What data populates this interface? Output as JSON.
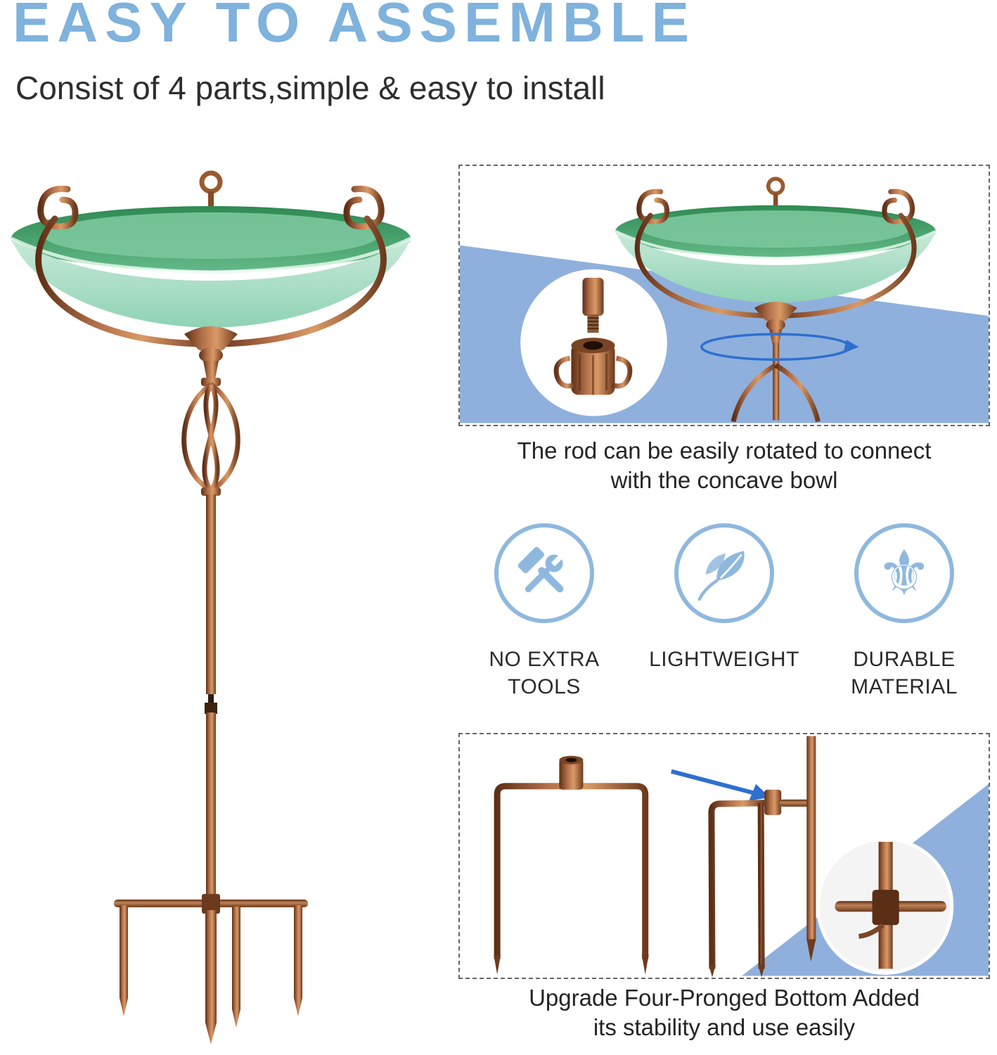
{
  "header": {
    "title": "EASY TO ASSEMBLE",
    "subtitle": "Consist of 4 parts,simple & easy to install"
  },
  "rotation_panel": {
    "caption_line1": "The rod can be easily rotated to connect",
    "caption_line2": "with the concave bowl"
  },
  "features": [
    {
      "label": "NO EXTRA TOOLS",
      "icon": "tools-icon"
    },
    {
      "label": "LIGHTWEIGHT",
      "icon": "leaves-icon"
    },
    {
      "label": "DURABLE MATERIAL",
      "icon": "fleur-de-lis-icon"
    }
  ],
  "prong_panel": {
    "caption_line1": "Upgrade Four-Pronged Bottom Added",
    "caption_line2": "its stability and use easily"
  },
  "icons": {
    "fleur_glyph": "⚜"
  },
  "colors": {
    "heading_blue": "#7fb2dc",
    "accent_blue": "#8fb8de",
    "panel_band_blue": "#8fb0dc",
    "arrow_blue": "#2f6fce",
    "copper": "#a05c33",
    "glass_green": "#4fae77",
    "text_dark": "#2b2b2b"
  }
}
